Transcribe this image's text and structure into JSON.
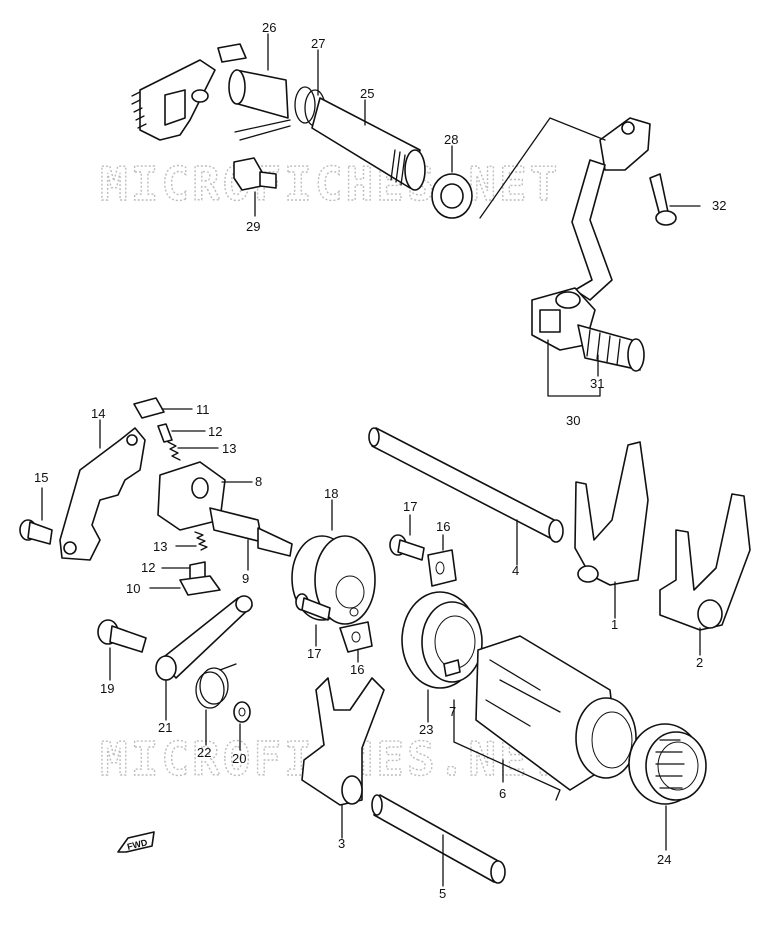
{
  "watermark": "MICROFICHES.NET",
  "fwd_label": "FWD",
  "callouts": {
    "c1": "1",
    "c2": "2",
    "c3": "3",
    "c4": "4",
    "c5": "5",
    "c6": "6",
    "c7": "7",
    "c8": "8",
    "c9": "9",
    "c10": "10",
    "c11": "11",
    "c12a": "12",
    "c12b": "12",
    "c13a": "13",
    "c13b": "13",
    "c14": "14",
    "c15": "15",
    "c16a": "16",
    "c16b": "16",
    "c17a": "17",
    "c17b": "17",
    "c18": "18",
    "c19": "19",
    "c20": "20",
    "c21": "21",
    "c22": "22",
    "c23": "23",
    "c24": "24",
    "c25": "25",
    "c26": "26",
    "c27": "27",
    "c28": "28",
    "c29": "29",
    "c30": "30",
    "c31": "31",
    "c32": "32"
  }
}
